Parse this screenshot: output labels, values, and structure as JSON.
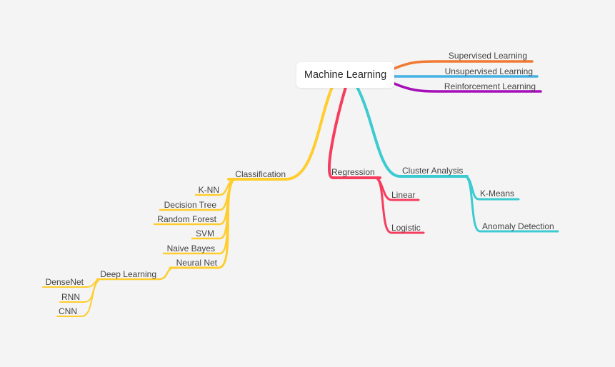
{
  "colors": {
    "orange": "#f07a32",
    "blue": "#45b1e4",
    "purple": "#a40fb7",
    "yellow": "#ffcd2e",
    "red": "#f63d5e",
    "teal": "#3ccbd1",
    "text": "#444444",
    "background": "#f4f4f4"
  },
  "root": {
    "label": "Machine Learning"
  },
  "topics": {
    "supervised": "Supervised Learning",
    "unsupervised": "Unsupervised Learning",
    "reinforcement": "Reinforcement Learning",
    "classification": "Classification",
    "regression": "Regression",
    "cluster": "Cluster Analysis"
  },
  "classification_items": {
    "knn": "K-NN",
    "decision_tree": "Decision Tree",
    "random_forest": "Random Forest",
    "svm": "SVM",
    "naive_bayes": "Naive Bayes",
    "neural_net": "Neural Net"
  },
  "neural_net_items": {
    "deep_learning": "Deep Learning"
  },
  "deep_learning_items": {
    "densenet": "DenseNet",
    "rnn": "RNN",
    "cnn": "CNN"
  },
  "regression_items": {
    "linear": "Linear",
    "logistic": "Logistic"
  },
  "cluster_items": {
    "kmeans": "K-Means",
    "anomaly": "Anomaly Detection"
  }
}
